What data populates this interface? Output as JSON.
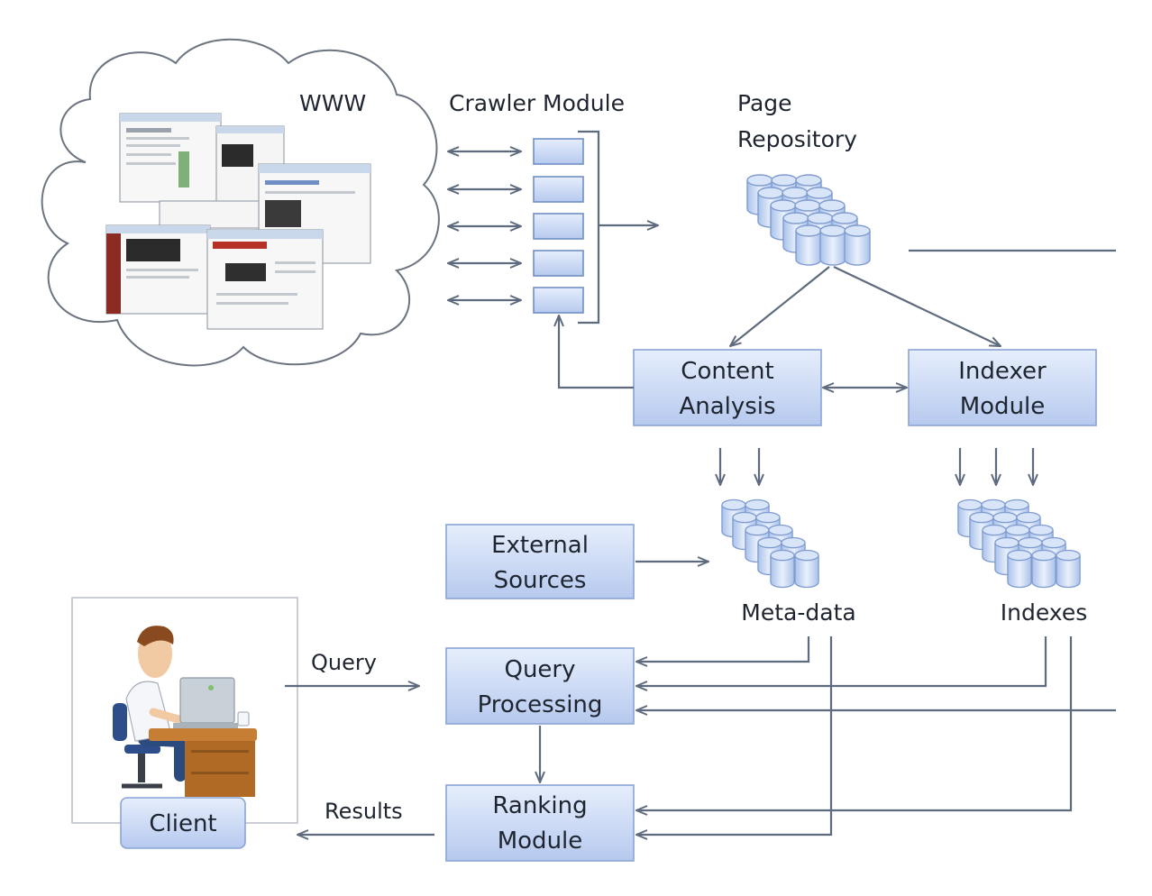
{
  "labels": {
    "www": "WWW",
    "crawler": "Crawler Module",
    "page_repo_1": "Page",
    "page_repo_2": "Repository",
    "content_1": "Content",
    "content_2": "Analysis",
    "indexer_1": "Indexer",
    "indexer_2": "Module",
    "external_1": "External",
    "external_2": "Sources",
    "metadata": "Meta-data",
    "indexes": "Indexes",
    "query": "Query",
    "query_proc_1": "Query",
    "query_proc_2": "Processing",
    "ranking_1": "Ranking",
    "ranking_2": "Module",
    "results": "Results",
    "client": "Client"
  },
  "colors": {
    "box_fill_top": "#e4ecfb",
    "box_fill_bottom": "#b9ccef",
    "box_stroke": "#8aa4d6",
    "edge": "#5e6b7e"
  }
}
